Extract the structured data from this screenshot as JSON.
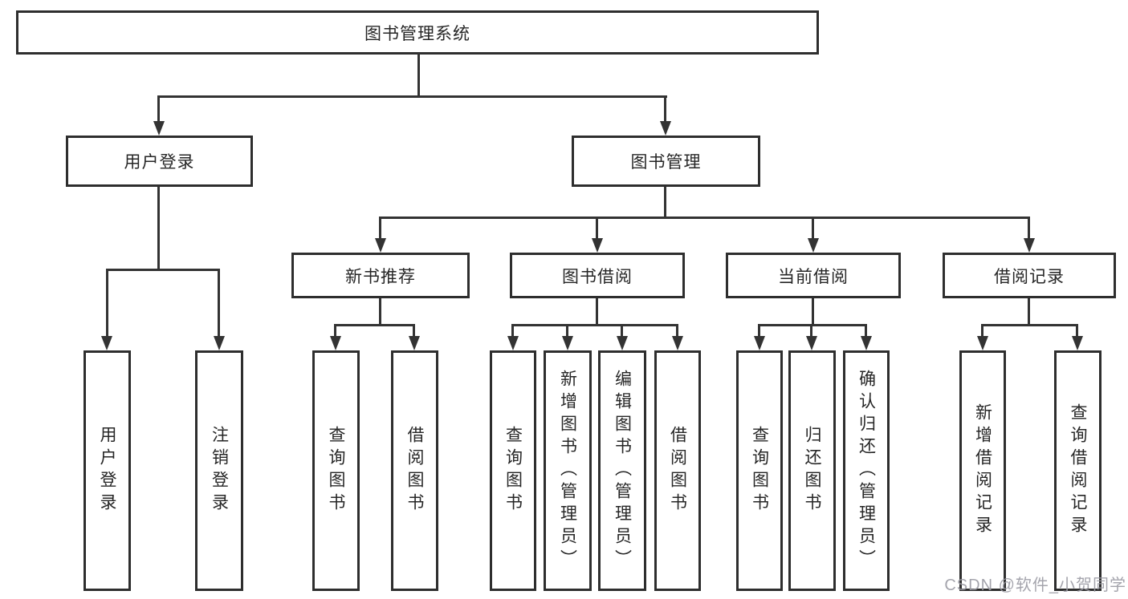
{
  "palette": {
    "line": "#333333",
    "box_border": "#2e2e2e",
    "box_bg": "#ffffff",
    "text": "#262626",
    "watermark_color": "#9b9ba4",
    "background": "#ffffff"
  },
  "watermark": {
    "text": "CSDN @软件_小贺同学"
  },
  "tree": {
    "root": {
      "label": "图书管理系统"
    },
    "branches": [
      {
        "label": "用户登录",
        "children": [
          {
            "label": "用户登录"
          },
          {
            "label": "注销登录"
          }
        ]
      },
      {
        "label": "图书管理",
        "groups": [
          {
            "label": "新书推荐",
            "children": [
              {
                "label": "查询图书"
              },
              {
                "label": "借阅图书"
              }
            ]
          },
          {
            "label": "图书借阅",
            "children": [
              {
                "label": "查询图书"
              },
              {
                "label": "新增图书（管理员）"
              },
              {
                "label": "编辑图书（管理员）"
              },
              {
                "label": "借阅图书"
              }
            ]
          },
          {
            "label": "当前借阅",
            "children": [
              {
                "label": "查询图书"
              },
              {
                "label": "归还图书"
              },
              {
                "label": "确认归还（管理员）"
              }
            ]
          },
          {
            "label": "借阅记录",
            "children": [
              {
                "label": "新增借阅记录"
              },
              {
                "label": "查询借阅记录"
              }
            ]
          }
        ]
      }
    ]
  }
}
